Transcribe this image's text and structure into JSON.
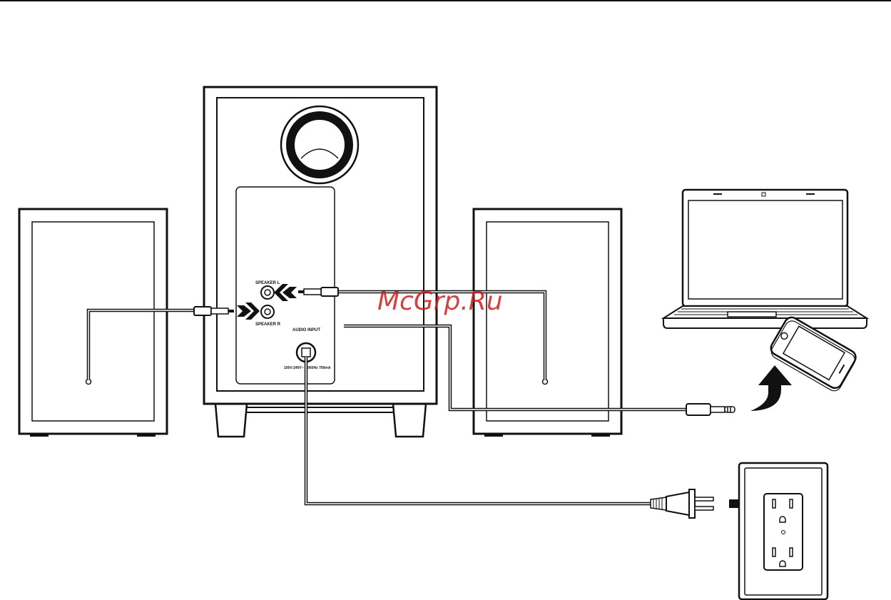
{
  "labels": {
    "speaker_l": "SPEAKER  L",
    "speaker_r": "SPEAKER  R",
    "audio_input": "AUDIO INPUT",
    "power_rating": "100V-240V~ 50/60Hz 700mA"
  },
  "watermark": "McGrp.Ru",
  "colors": {
    "line": "#111111",
    "background": "#ffffff",
    "watermark": "#cc1f1f"
  }
}
